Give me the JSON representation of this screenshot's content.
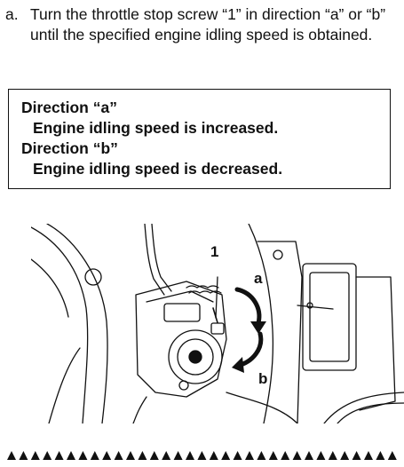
{
  "step": {
    "marker": "a.",
    "text": "Turn the throttle stop screw “1” in direction “a” or “b” until the specified engine idling speed is obtained."
  },
  "note": {
    "direction_a_heading": "Direction “a”",
    "direction_a_text": "Engine idling speed is increased.",
    "direction_b_heading": "Direction “b”",
    "direction_b_text": "Engine idling speed is decreased."
  },
  "illustration": {
    "callout_screw": "1",
    "callout_a": "a",
    "callout_b": "b"
  },
  "colors": {
    "ink": "#111111",
    "background": "#ffffff"
  }
}
